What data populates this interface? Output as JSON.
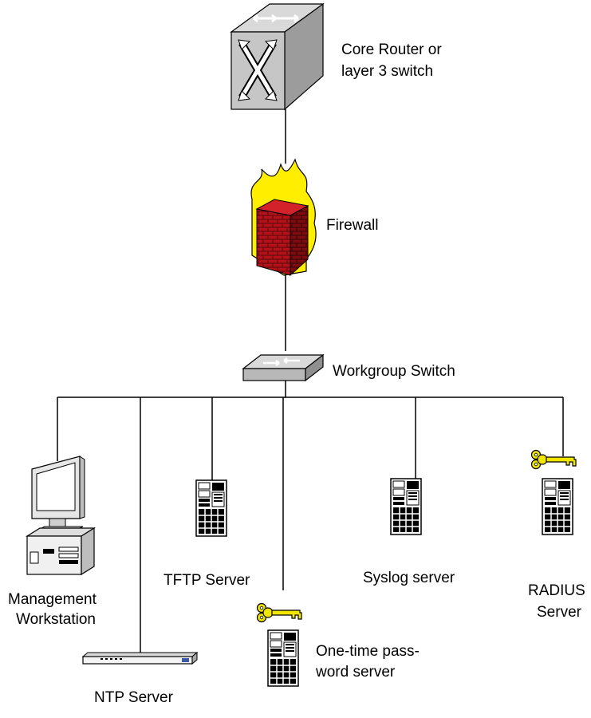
{
  "nodes": {
    "core_router": {
      "label_line1": "Core Router or",
      "label_line2": "layer 3 switch",
      "icon": "router-icon"
    },
    "firewall": {
      "label": "Firewall",
      "icon": "firewall-icon"
    },
    "workgroup_switch": {
      "label": "Workgroup Switch",
      "icon": "switch-icon"
    },
    "management_workstation": {
      "label_line1": "Management",
      "label_line2": "Workstation",
      "icon": "workstation-icon"
    },
    "ntp_server": {
      "label": "NTP Server",
      "icon": "rack-server-icon"
    },
    "tftp_server": {
      "label": "TFTP Server",
      "icon": "tower-server-icon"
    },
    "otp_server": {
      "label_line1": "One-time pass-",
      "label_line2": "word server",
      "icon": "tower-server-icon",
      "badge_icon": "key-icon"
    },
    "syslog_server": {
      "label": "Syslog server",
      "icon": "tower-server-icon"
    },
    "radius_server": {
      "label_line1": "RADIUS",
      "label_line2": "Server",
      "icon": "tower-server-icon",
      "badge_icon": "key-icon"
    }
  },
  "colors": {
    "line": "#000000",
    "device_gray": "#c6c6c6",
    "brick_red": "#b3121a",
    "flame_yellow": "#ffee00",
    "key_yellow": "#f2e600"
  }
}
